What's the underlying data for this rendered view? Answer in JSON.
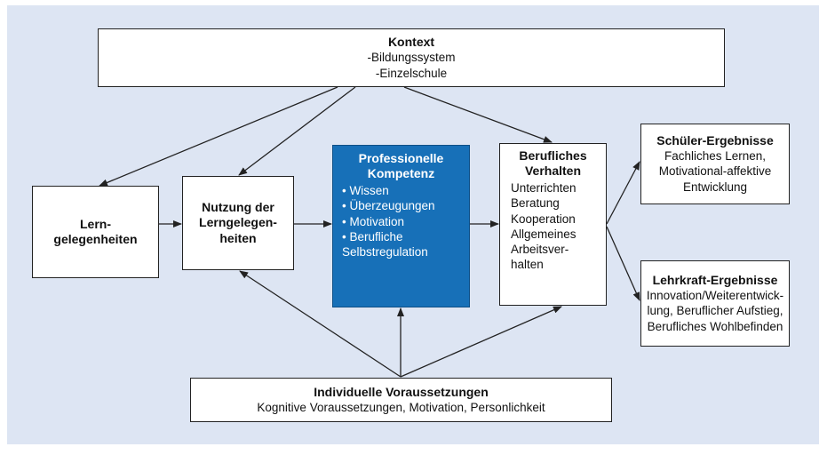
{
  "kontext": {
    "title": "Kontext",
    "lines": [
      "-Bildungssystem",
      "-Einzelschule"
    ]
  },
  "lerngelegenheiten": {
    "title_lines": [
      "Lern-",
      "gelegenheiten"
    ]
  },
  "nutzung": {
    "title_lines": [
      "Nutzung der",
      "Lerngelegen-",
      "heiten"
    ]
  },
  "kompetenz": {
    "title_lines": [
      "Professionelle",
      "Kompetenz"
    ],
    "items": [
      "• Wissen",
      "• Überzeugungen",
      "• Motivation",
      "• Berufliche",
      "Selbstregulation"
    ]
  },
  "verhalten": {
    "title_lines": [
      "Berufliches",
      "Verhalten"
    ],
    "items": [
      "Unterrichten",
      "Beratung",
      "Kooperation",
      "Allgemeines",
      "Arbeitsver-",
      "halten"
    ]
  },
  "schueler": {
    "title": "Schüler-Ergebnisse",
    "lines": [
      "Fachliches Lernen,",
      "Motivational-affektive",
      "Entwicklung"
    ]
  },
  "lehrkraft": {
    "title": "Lehrkraft-Ergebnisse",
    "lines": [
      "Innovation/Weiterentwick-",
      "lung, Beruflicher Aufstieg,",
      "Berufliches Wohlbefinden"
    ]
  },
  "individuell": {
    "title": "Individuelle Voraussetzungen",
    "line": "Kognitive Voraussetzungen, Motivation, Personlichkeit"
  },
  "colors": {
    "background": "#dde5f3",
    "competence_box": "#1770b8",
    "box": "#ffffff",
    "stroke": "#222222"
  }
}
